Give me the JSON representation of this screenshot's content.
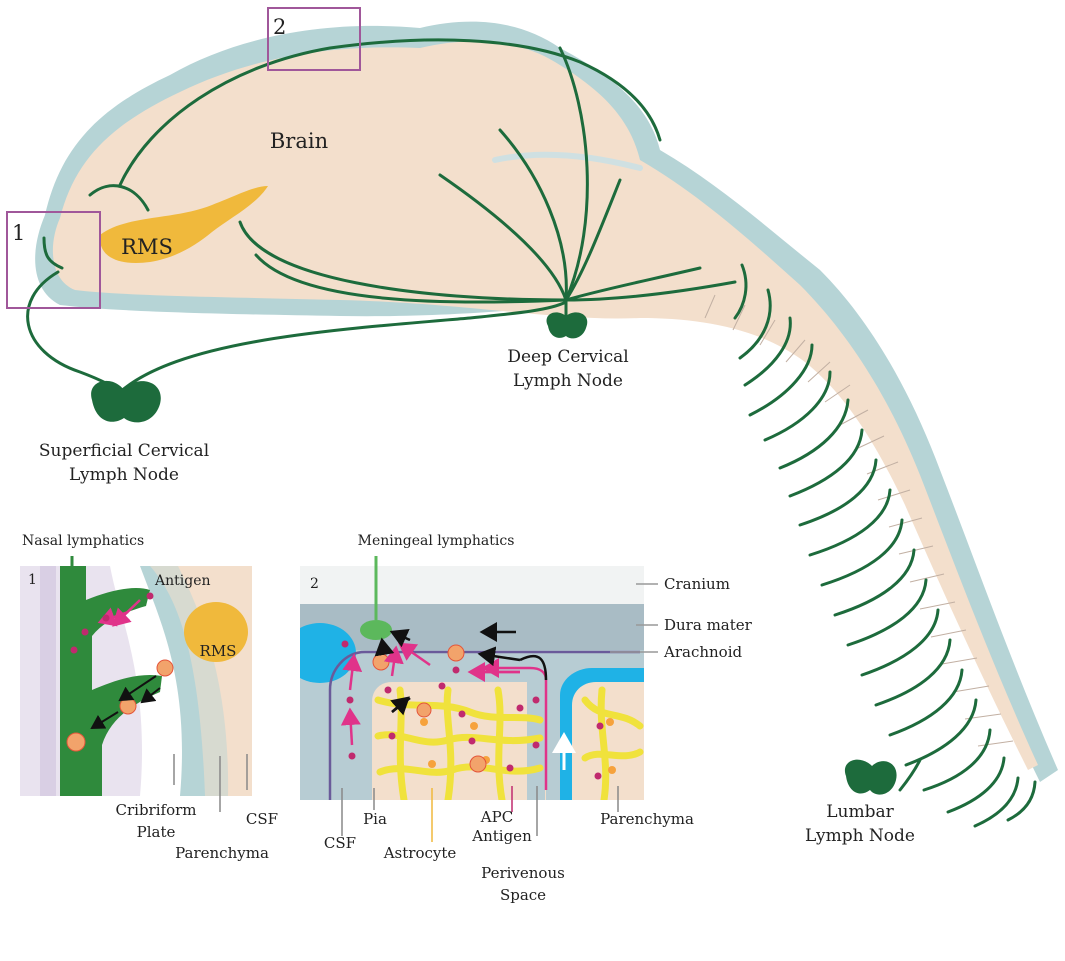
{
  "main": {
    "brain": "Brain",
    "rms": "RMS",
    "box1": "1",
    "box2": "2",
    "deep_node": [
      "Deep Cervical",
      "Lymph Node"
    ],
    "superficial_node": [
      "Superficial Cervical",
      "Lymph Node"
    ],
    "lumbar_node": [
      "Lumbar",
      "Lymph Node"
    ]
  },
  "inset1": {
    "num": "1",
    "title": "Nasal lymphatics",
    "antigen": "Antigen",
    "rms": "RMS",
    "cribriform": [
      "Cribriform",
      "Plate"
    ],
    "csf": "CSF",
    "parenchyma": "Parenchyma"
  },
  "inset2": {
    "num": "2",
    "title": "Meningeal lymphatics",
    "cranium": "Cranium",
    "dura": "Dura mater",
    "arachnoid": "Arachnoid",
    "csf": "CSF",
    "pia": "Pia",
    "astrocyte": "Astrocyte",
    "apc": "APC",
    "antigen": "Antigen",
    "perivenous": [
      "Perivenous",
      "Space"
    ],
    "parenchyma": "Parenchyma"
  },
  "colors": {
    "lymphatic": "#1d6b3c",
    "tissue": "#f3dfcc",
    "csf": "#b6d4d6",
    "rms": "#f0b93c",
    "antigen_arrow": "#e0338a",
    "astrocyte": "#f0e23c",
    "vein": "#1fb2e6",
    "box": "#a0579a"
  }
}
